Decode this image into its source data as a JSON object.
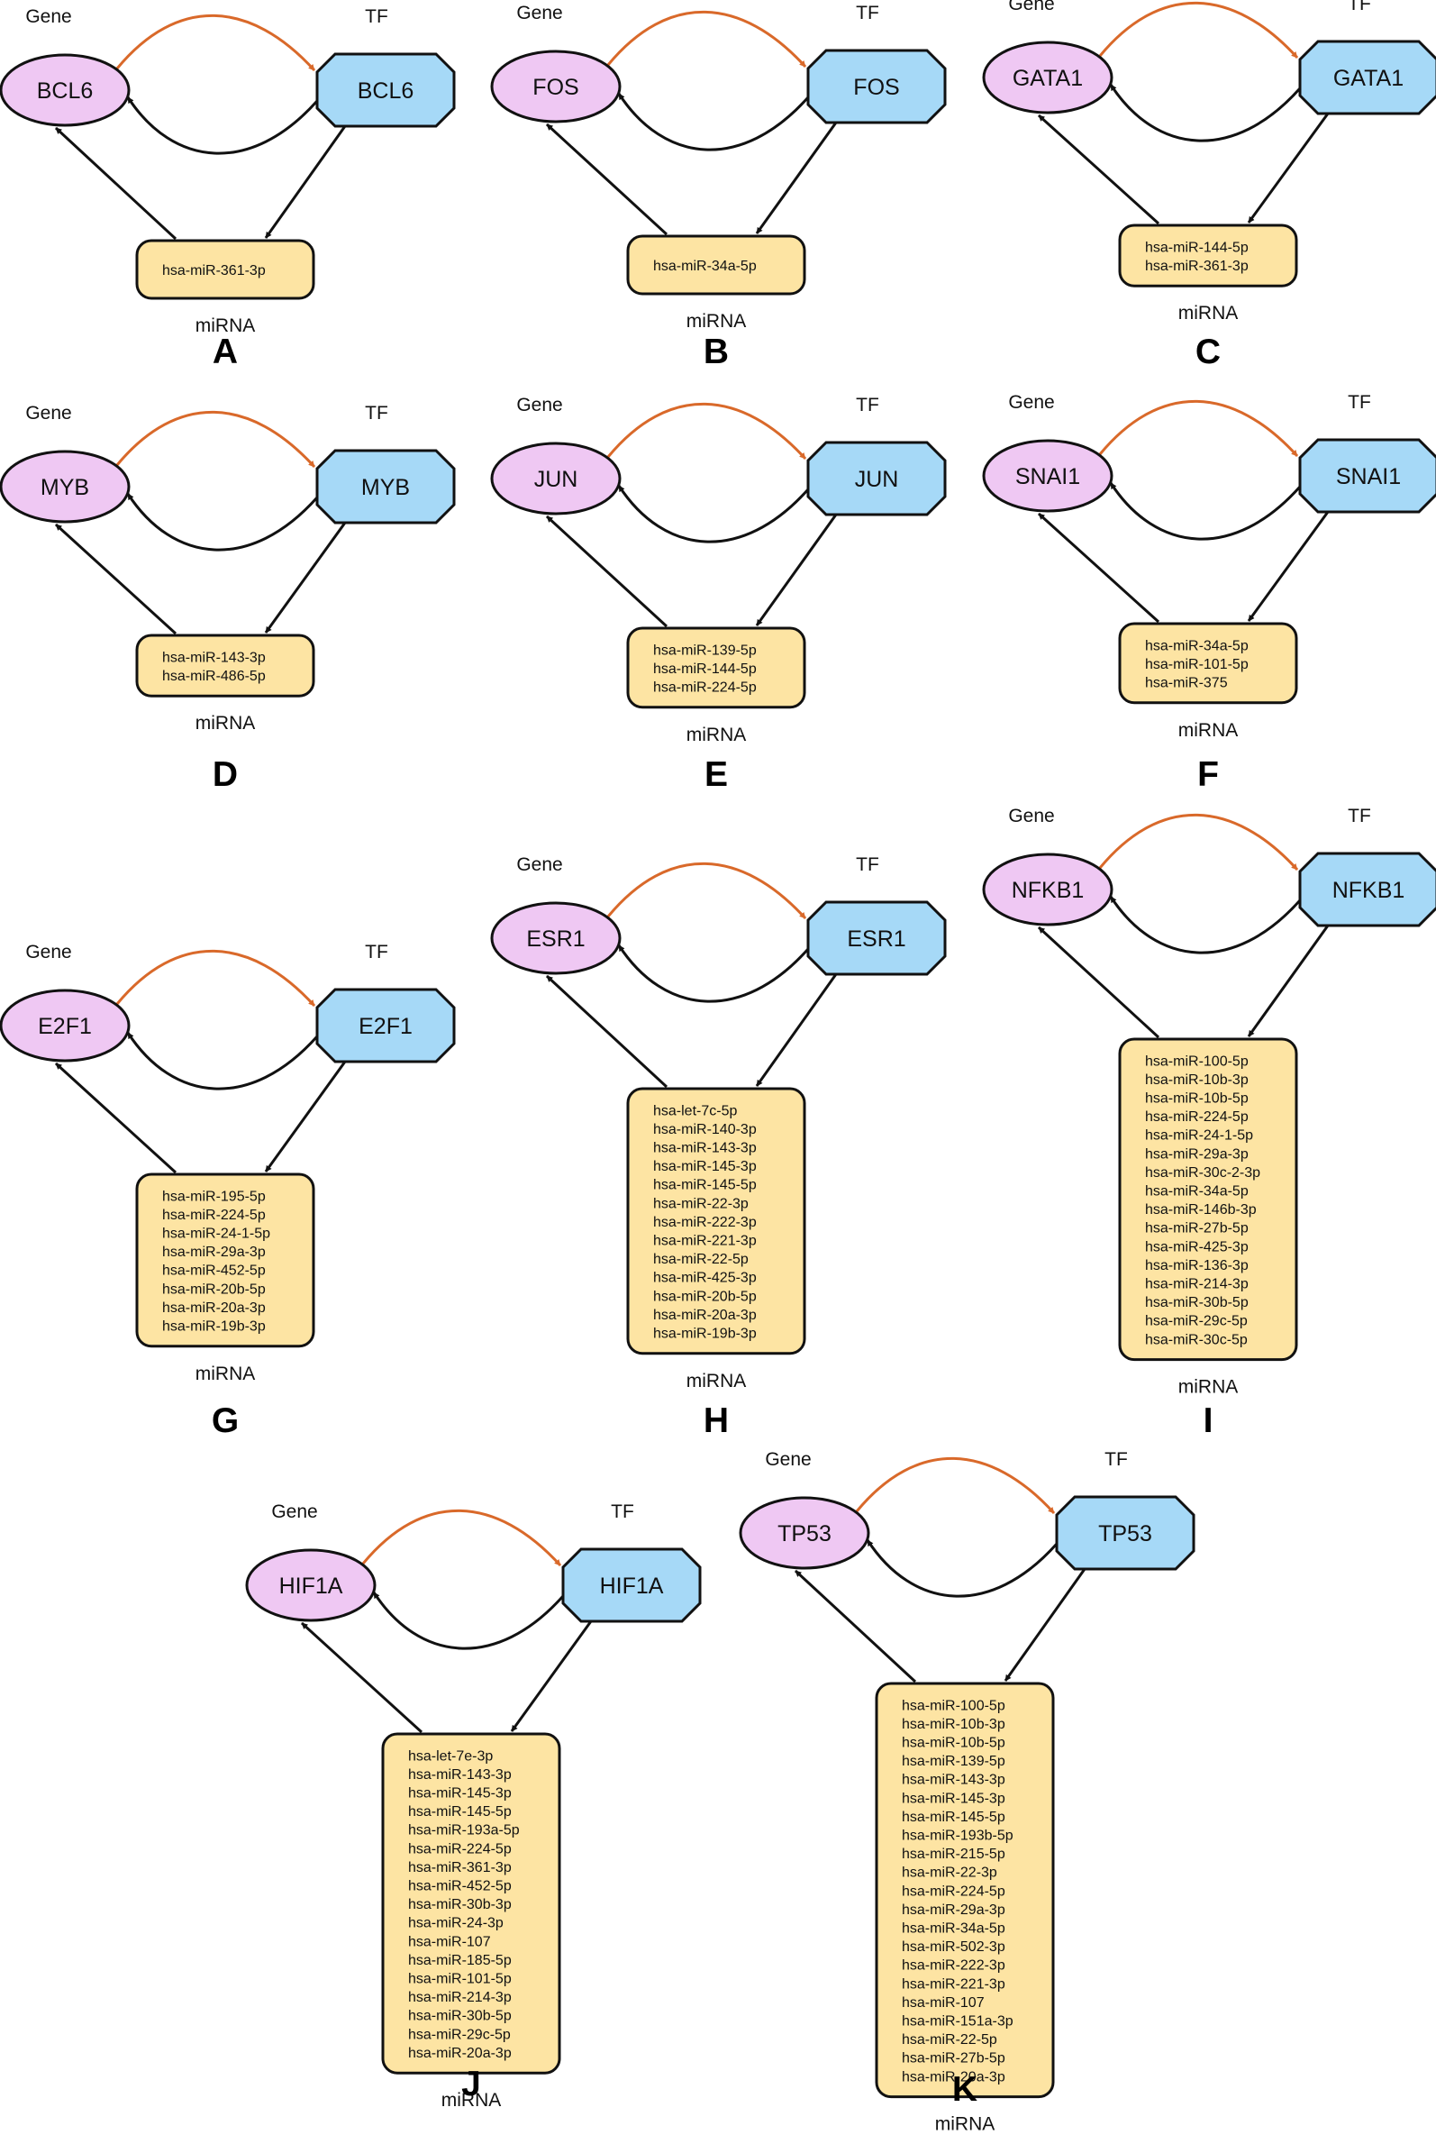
{
  "labels": {
    "gene": "Gene",
    "tf": "TF",
    "mirna": "miRNA"
  },
  "colors": {
    "gene_fill": "#efc8f3",
    "tf_fill": "#a6d9f7",
    "mirna_fill": "#fde4a3",
    "tf_to_gene_arrow": "#d9692a",
    "edge": "#111111"
  },
  "panels": [
    {
      "label": "A",
      "gene": "BCL6",
      "tf": "BCL6",
      "mirnas": [
        "hsa-miR-361-3p"
      ]
    },
    {
      "label": "B",
      "gene": "FOS",
      "tf": "FOS",
      "mirnas": [
        "hsa-miR-34a-5p"
      ]
    },
    {
      "label": "C",
      "gene": "GATA1",
      "tf": "GATA1",
      "mirnas": [
        "hsa-miR-144-5p",
        "hsa-miR-361-3p"
      ]
    },
    {
      "label": "D",
      "gene": "MYB",
      "tf": "MYB",
      "mirnas": [
        "hsa-miR-143-3p",
        "hsa-miR-486-5p"
      ]
    },
    {
      "label": "E",
      "gene": "JUN",
      "tf": "JUN",
      "mirnas": [
        "hsa-miR-139-5p",
        "hsa-miR-144-5p",
        "hsa-miR-224-5p"
      ]
    },
    {
      "label": "F",
      "gene": "SNAI1",
      "tf": "SNAI1",
      "mirnas": [
        "hsa-miR-34a-5p",
        "hsa-miR-101-5p",
        "hsa-miR-375"
      ]
    },
    {
      "label": "G",
      "gene": "E2F1",
      "tf": "E2F1",
      "mirnas": [
        "hsa-miR-195-5p",
        "hsa-miR-224-5p",
        "hsa-miR-24-1-5p",
        "hsa-miR-29a-3p",
        "hsa-miR-452-5p",
        "hsa-miR-20b-5p",
        "hsa-miR-20a-3p",
        "hsa-miR-19b-3p"
      ]
    },
    {
      "label": "H",
      "gene": "ESR1",
      "tf": "ESR1",
      "mirnas": [
        "hsa-let-7c-5p",
        "hsa-miR-140-3p",
        "hsa-miR-143-3p",
        "hsa-miR-145-3p",
        "hsa-miR-145-5p",
        "hsa-miR-22-3p",
        "hsa-miR-222-3p",
        "hsa-miR-221-3p",
        "hsa-miR-22-5p",
        "hsa-miR-425-3p",
        "hsa-miR-20b-5p",
        "hsa-miR-20a-3p",
        "hsa-miR-19b-3p"
      ]
    },
    {
      "label": "I",
      "gene": "NFKB1",
      "tf": "NFKB1",
      "mirnas": [
        "hsa-miR-100-5p",
        "hsa-miR-10b-3p",
        "hsa-miR-10b-5p",
        "hsa-miR-224-5p",
        "hsa-miR-24-1-5p",
        "hsa-miR-29a-3p",
        "hsa-miR-30c-2-3p",
        "hsa-miR-34a-5p",
        "hsa-miR-146b-3p",
        "hsa-miR-27b-5p",
        "hsa-miR-425-3p",
        "hsa-miR-136-3p",
        "hsa-miR-214-3p",
        "hsa-miR-30b-5p",
        "hsa-miR-29c-5p",
        "hsa-miR-30c-5p"
      ]
    },
    {
      "label": "J",
      "gene": "HIF1A",
      "tf": "HIF1A",
      "mirnas": [
        "hsa-let-7e-3p",
        "hsa-miR-143-3p",
        "hsa-miR-145-3p",
        "hsa-miR-145-5p",
        "hsa-miR-193a-5p",
        "hsa-miR-224-5p",
        "hsa-miR-361-3p",
        "hsa-miR-452-5p",
        "hsa-miR-30b-3p",
        "hsa-miR-24-3p",
        "hsa-miR-107",
        "hsa-miR-185-5p",
        "hsa-miR-101-5p",
        "hsa-miR-214-3p",
        "hsa-miR-30b-5p",
        "hsa-miR-29c-5p",
        "hsa-miR-20a-3p"
      ]
    },
    {
      "label": "K",
      "gene": "TP53",
      "tf": "TP53",
      "mirnas": [
        "hsa-miR-100-5p",
        "hsa-miR-10b-3p",
        "hsa-miR-10b-5p",
        "hsa-miR-139-5p",
        "hsa-miR-143-3p",
        "hsa-miR-145-3p",
        "hsa-miR-145-5p",
        "hsa-miR-193b-5p",
        "hsa-miR-215-5p",
        "hsa-miR-22-3p",
        "hsa-miR-224-5p",
        "hsa-miR-29a-3p",
        "hsa-miR-34a-5p",
        "hsa-miR-502-3p",
        "hsa-miR-222-3p",
        "hsa-miR-221-3p",
        "hsa-miR-107",
        "hsa-miR-151a-3p",
        "hsa-miR-22-5p",
        "hsa-miR-27b-5p",
        "hsa-miR-20a-3p"
      ]
    }
  ]
}
